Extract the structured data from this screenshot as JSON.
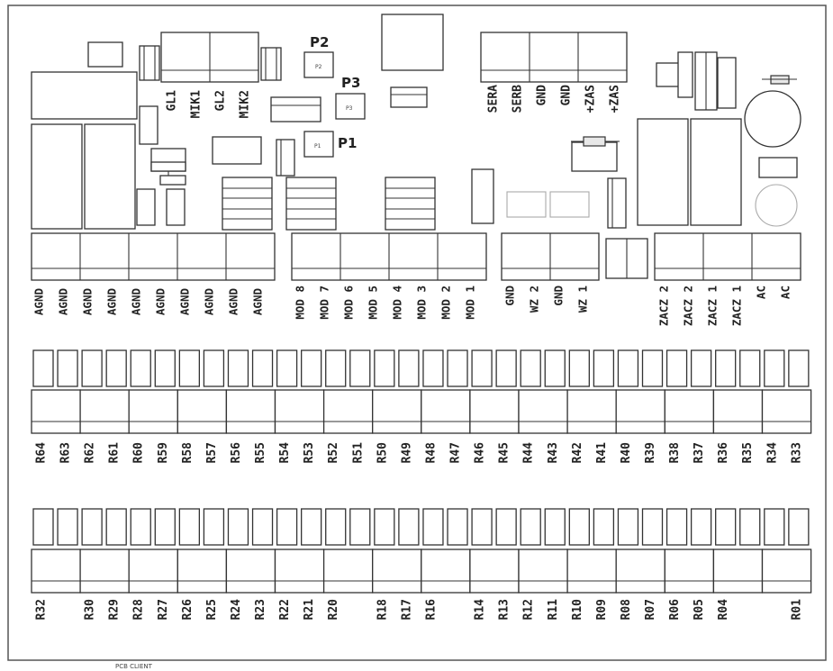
{
  "pot_labels": {
    "p1": "P1",
    "p2": "P2",
    "p3": "P3"
  },
  "pot_marks": {
    "p1": "P1",
    "p2": "P2",
    "p3": "P3"
  },
  "footer_text": "PCB CLIENT",
  "header_top_left": [
    "GL1",
    "MIK1",
    "GL2",
    "MIK2"
  ],
  "header_top_right": [
    "SERA",
    "SERB",
    "GND",
    "GND",
    "+ZAS",
    "+ZAS"
  ],
  "row1_left": [
    "AGND",
    "AGND",
    "AGND",
    "AGND",
    "AGND",
    "AGND",
    "AGND",
    "AGND",
    "AGND",
    "AGND"
  ],
  "row1_mid": [
    "MOD 8",
    "MOD 7",
    "MOD 6",
    "MOD 5",
    "MOD 4",
    "MOD 3",
    "MOD 2",
    "MOD 1"
  ],
  "row1_wz": [
    "GND",
    "WZ 2",
    "GND",
    "WZ 1"
  ],
  "row1_right": [
    "ZACZ 2",
    "ZACZ 2",
    "ZACZ 1",
    "ZACZ 1",
    "AC",
    "AC"
  ],
  "relay_row_top": [
    "R64",
    "R63",
    "R62",
    "R61",
    "R60",
    "R59",
    "R58",
    "R57",
    "R56",
    "R55",
    "R54",
    "R53",
    "R52",
    "R51",
    "R50",
    "R49",
    "R48",
    "R47",
    "R46",
    "R45",
    "R44",
    "R43",
    "R42",
    "R41",
    "R40",
    "R39",
    "R38",
    "R37",
    "R36",
    "R35",
    "R34",
    "R33"
  ],
  "relay_row_bottom": [
    "R32",
    "",
    "R30",
    "R29",
    "R28",
    "R27",
    "R26",
    "R25",
    "R24",
    "R23",
    "R22",
    "R21",
    "R20",
    "",
    "R18",
    "R17",
    "R16",
    "",
    "R14",
    "R13",
    "R12",
    "R11",
    "R10",
    "R09",
    "R08",
    "R07",
    "R06",
    "R05",
    "R04",
    "",
    "",
    "R01"
  ]
}
